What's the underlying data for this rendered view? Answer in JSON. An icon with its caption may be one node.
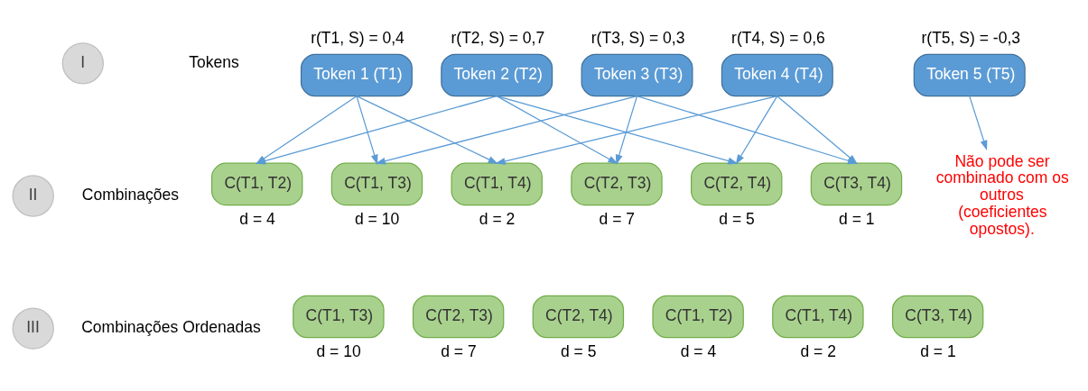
{
  "diagram": {
    "nodes": [
      {
        "text": [
          "I"
        ]
      },
      {
        "text": [
          "Token 1 (T1)"
        ],
        "beside": [
          "r(T1, S) = 0,4"
        ]
      },
      {
        "text": [
          "Token 2 (T2)"
        ],
        "beside": [
          "r(T2, S) = 0,7"
        ]
      },
      {
        "text": [
          "Token 3 (T3)"
        ],
        "beside": [
          "r(T3, S) = 0,3"
        ]
      },
      {
        "text": [
          "Token 4 (T4)"
        ],
        "beside": [
          "r(T4, S) = 0,6"
        ]
      },
      {
        "text": [
          "Token 5 (T5)"
        ],
        "beside": [
          "r(T5, S) = -0,3"
        ]
      },
      {
        "text": [
          "II"
        ]
      },
      {
        "text": [
          "C(T1, T2)"
        ],
        "beside": [
          "d = 4"
        ]
      },
      {
        "text": [
          "C(T1, T3)"
        ],
        "beside": [
          "d = 10"
        ]
      },
      {
        "text": [
          "C(T1, T4)"
        ],
        "beside": [
          "d = 2"
        ]
      },
      {
        "text": [
          "C(T2, T3)"
        ],
        "beside": [
          "d = 7"
        ]
      },
      {
        "text": [
          "C(T2, T4)"
        ],
        "beside": [
          "d = 5"
        ]
      },
      {
        "text": [
          "C(T3, T4)"
        ],
        "beside": [
          "d = 1"
        ]
      },
      {
        "text": [
          "Não pode ser combinado com os outros (coeficientes opostos)."
        ]
      },
      {
        "text": [
          "III"
        ]
      },
      {
        "text": [
          "C(T1, T3)"
        ],
        "beside": [
          "d = 10"
        ]
      },
      {
        "text": [
          "C(T2, T3)"
        ],
        "beside": [
          "d = 7"
        ]
      },
      {
        "text": [
          "C(T2, T4)"
        ],
        "beside": [
          "d = 5"
        ]
      },
      {
        "text": [
          "C(T1, T2)"
        ],
        "beside": [
          "d = 4"
        ]
      },
      {
        "text": [
          "C(T1, T4)"
        ],
        "beside": [
          "d = 2"
        ]
      },
      {
        "text": [
          "C(T3, T4)"
        ],
        "beside": [
          "d = 1"
        ]
      }
    ],
    "edges": [
      {
        "from": 1,
        "to": 7,
        "arrow": "to"
      },
      {
        "from": 1,
        "to": 8,
        "arrow": "to"
      },
      {
        "from": 1,
        "to": 9,
        "arrow": "to"
      },
      {
        "from": 2,
        "to": 7,
        "arrow": "to"
      },
      {
        "from": 2,
        "to": 10,
        "arrow": "to"
      },
      {
        "from": 2,
        "to": 11,
        "arrow": "to"
      },
      {
        "from": 3,
        "to": 8,
        "arrow": "to"
      },
      {
        "from": 3,
        "to": 10,
        "arrow": "to"
      },
      {
        "from": 3,
        "to": 12,
        "arrow": "to"
      },
      {
        "from": 4,
        "to": 9,
        "arrow": "to"
      },
      {
        "from": 4,
        "to": 11,
        "arrow": "to"
      },
      {
        "from": 4,
        "to": 12,
        "arrow": "to"
      },
      {
        "from": 5,
        "to": 13,
        "arrow": "to"
      }
    ],
    "labels": [
      "Tokens",
      "Combinações",
      "Combinações Ordenadas"
    ]
  }
}
